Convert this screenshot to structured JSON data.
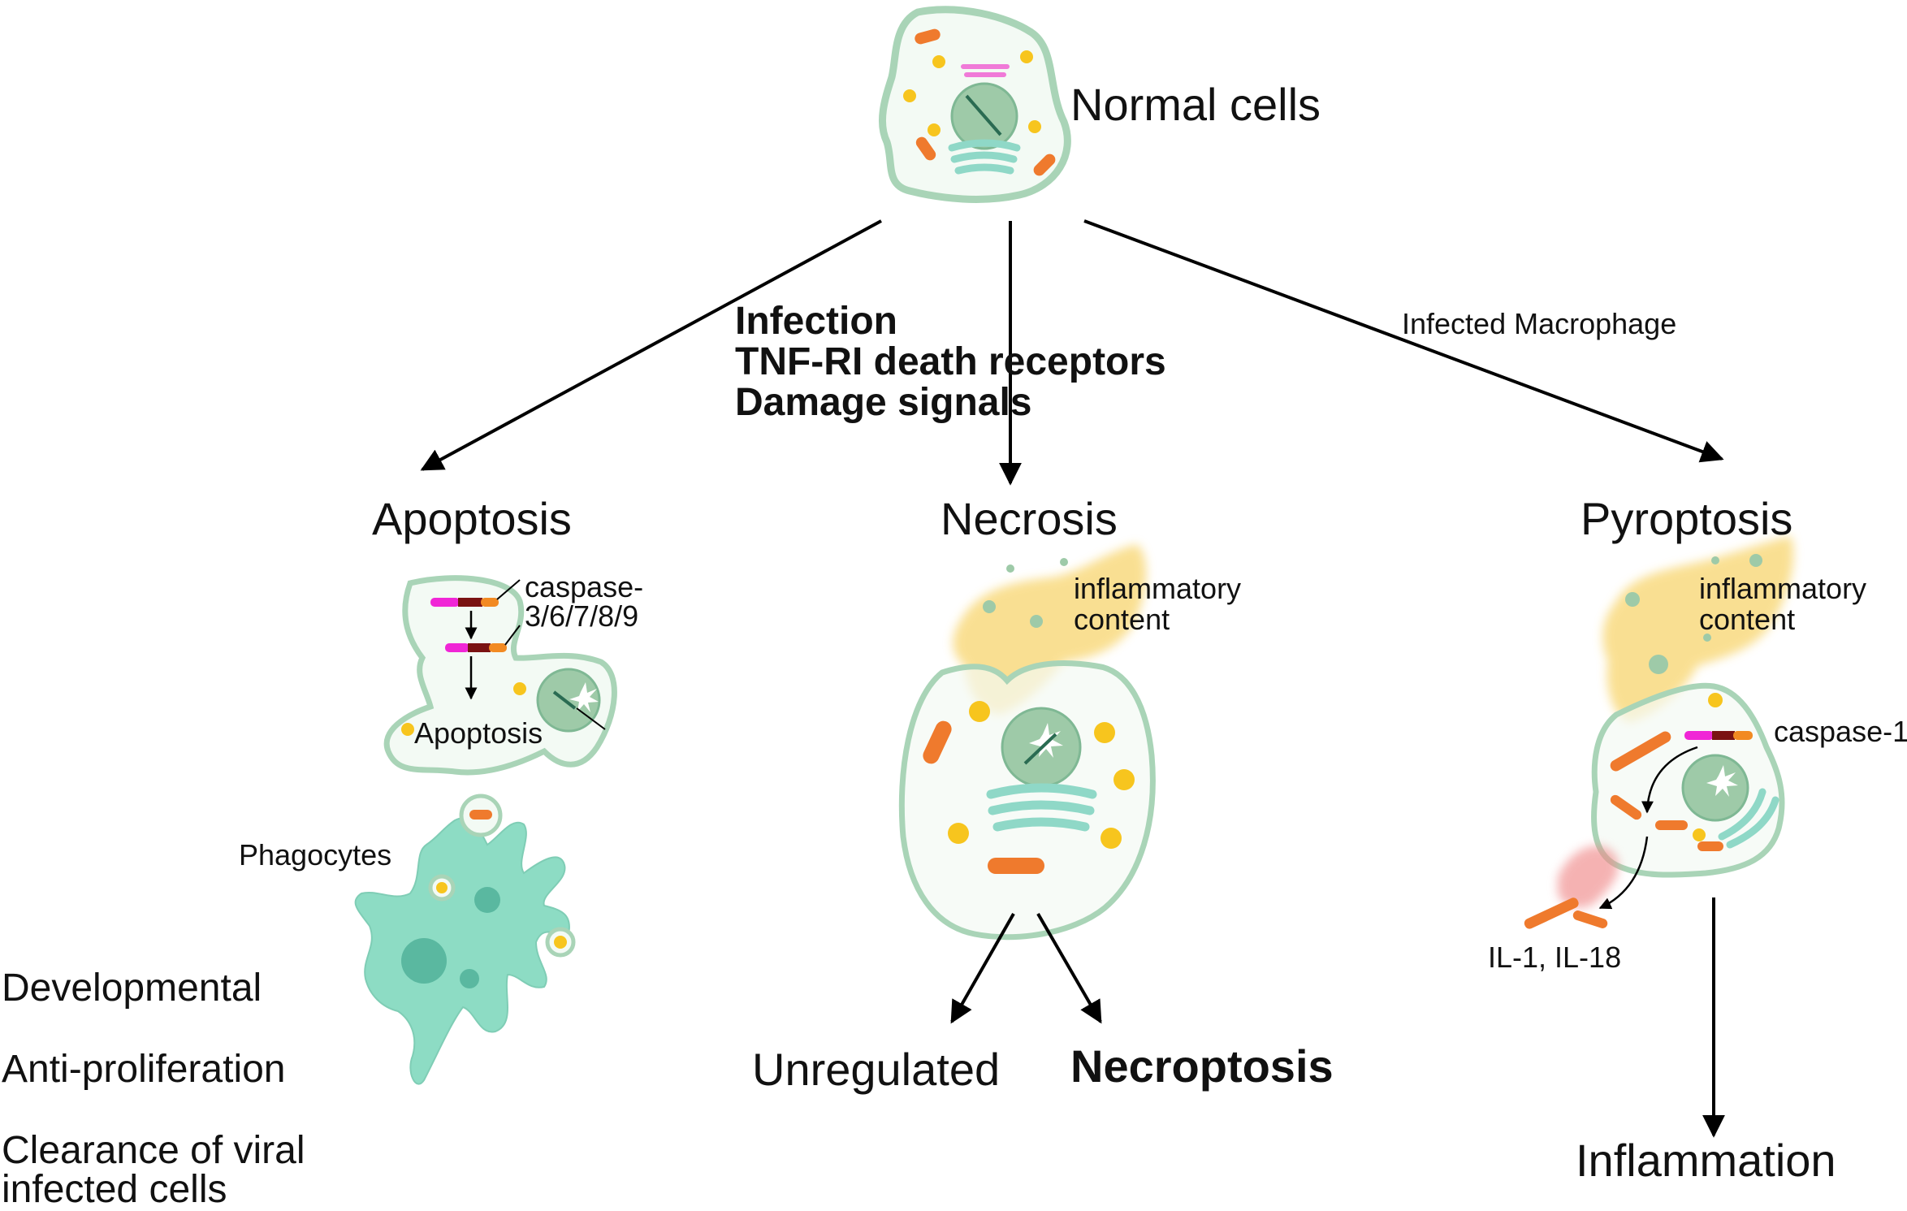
{
  "top": {
    "title": "Normal cells"
  },
  "triggers": {
    "line1": "Infection",
    "line2": "TNF-RI death receptors",
    "line3": "Damage signals"
  },
  "branch_right": {
    "label": "Infected Macrophage"
  },
  "apoptosis": {
    "title": "Apoptosis",
    "caspase_line1": "caspase-",
    "caspase_line2": "3/6/7/8/9",
    "cell_label": "Apoptosis",
    "phagocytes": "Phagocytes",
    "roles": [
      "Developmental",
      "Anti-proliferation",
      "Clearance of viral",
      "infected cells"
    ]
  },
  "necrosis": {
    "title": "Necrosis",
    "content_line1": "inflammatory",
    "content_line2": "content",
    "outcome_left": "Unregulated",
    "outcome_right": "Necroptosis"
  },
  "pyroptosis": {
    "title": "Pyroptosis",
    "content_line1": "inflammatory",
    "content_line2": "content",
    "caspase": "caspase-1",
    "cytokines": "IL-1, IL-18",
    "outcome": "Inflammation"
  },
  "colors": {
    "cell_fill": "#f3faf4",
    "cell_outline": "#a9d4b7",
    "nucleus": "#9ecaa8",
    "er": "#8fd8c7",
    "mito": "#ef7a2d",
    "vesicle": "#f7c51e",
    "content": "#f8d56e",
    "phagocyte": "#8ddcc4",
    "caspase_pink": "#f026d6",
    "caspase_dark": "#7a1212",
    "caspase_orange": "#f28a22"
  }
}
